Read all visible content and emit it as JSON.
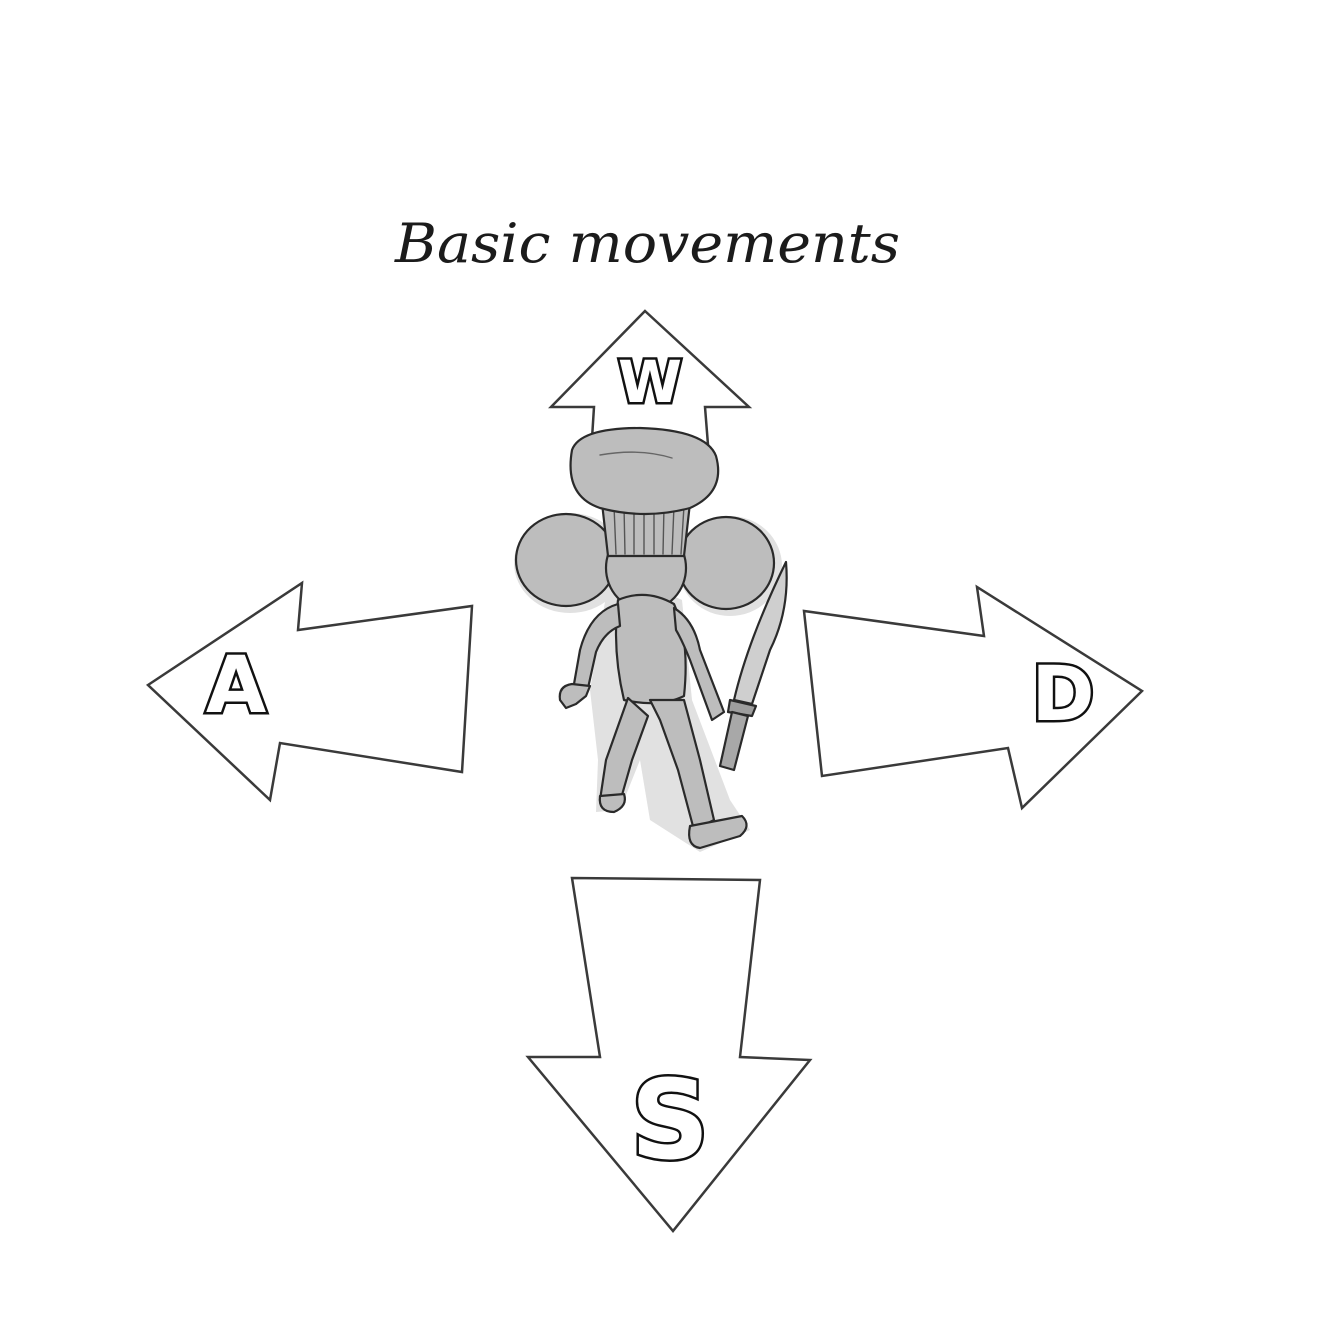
{
  "title": "Basic movements",
  "keys": {
    "up": "W",
    "left": "A",
    "right": "D",
    "down": "S"
  },
  "colors": {
    "ink": "#1b1b1b",
    "outline": "#3a3a3a",
    "character_fill": "#bdbdbd",
    "character_shadow": "#d9d9d9",
    "background": "#ffffff"
  },
  "icons": {
    "character": "chef-mouse-icon",
    "weapon": "knife-icon"
  }
}
